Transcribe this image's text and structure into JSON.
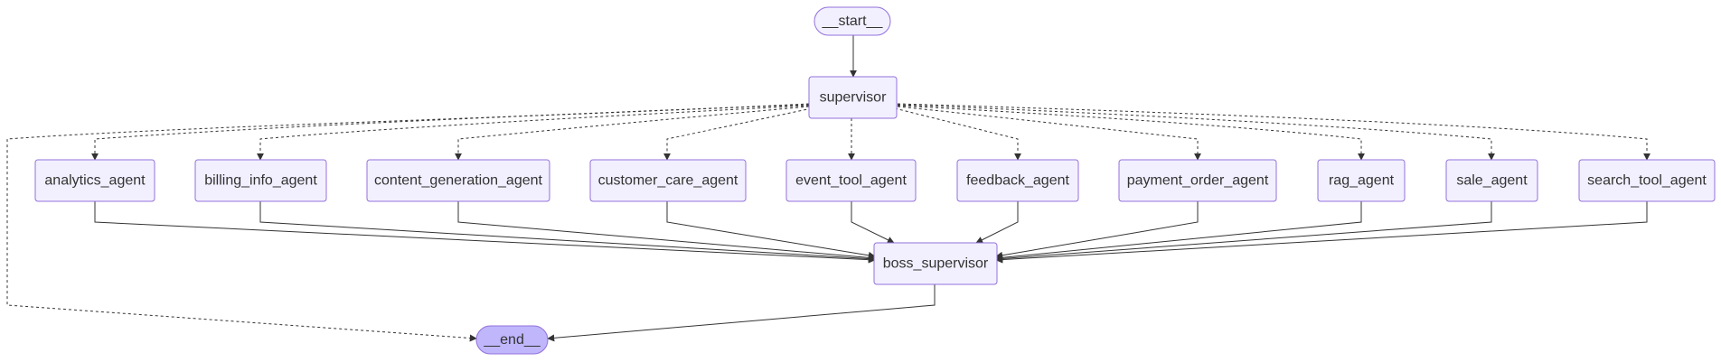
{
  "graph": {
    "nodes": {
      "start": "__start__",
      "supervisor": "supervisor",
      "analytics_agent": "analytics_agent",
      "billing_info_agent": "billing_info_agent",
      "content_generation_agent": "content_generation_agent",
      "customer_care_agent": "customer_care_agent",
      "event_tool_agent": "event_tool_agent",
      "feedback_agent": "feedback_agent",
      "payment_order_agent": "payment_order_agent",
      "rag_agent": "rag_agent",
      "sale_agent": "sale_agent",
      "search_tool_agent": "search_tool_agent",
      "boss_supervisor": "boss_supervisor",
      "end": "__end__"
    },
    "colors": {
      "node_fill": "#f2f0ff",
      "node_border": "#9370db",
      "end_fill": "#bfb6fc",
      "edge": "#333333",
      "text": "#333333"
    }
  }
}
